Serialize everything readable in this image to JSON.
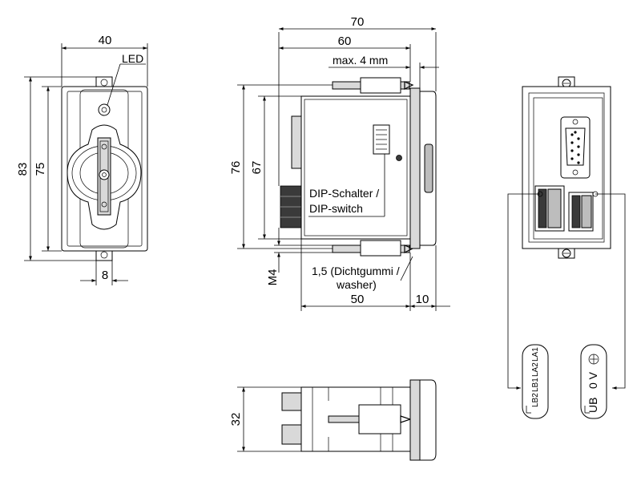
{
  "front_view": {
    "width": "40",
    "height_outer": "83",
    "height_inner": "75",
    "bottom_width": "8",
    "led_label": "LED"
  },
  "side_view": {
    "depth_total": "70",
    "depth_body": "60",
    "max_label": "max. 4 mm",
    "height_outer": "76",
    "height_inner": "67",
    "dip_label_1": "DIP-Schalter /",
    "dip_label_2": "DIP-switch",
    "thread": "M4",
    "gasket_1": "1,5 (Dichtgummi /",
    "gasket_2": "washer)",
    "depth_rear": "50",
    "depth_front": "10"
  },
  "bottom_view": {
    "height": "32"
  },
  "rear_view": {
    "connector_left": [
      "LB2",
      "LB1",
      "LA2",
      "LA1"
    ],
    "connector_right": [
      "UB",
      "0 V"
    ]
  }
}
